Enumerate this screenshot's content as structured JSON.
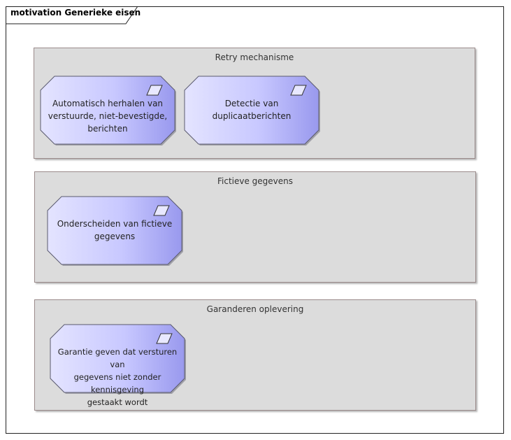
{
  "diagram": {
    "title": "motivation Generieke eisen",
    "colors": {
      "group_fill": "#dcdcdc",
      "group_border": "#9a8a8a",
      "req_fill_light": "#e4e4ff",
      "req_fill_dark": "#9999ee",
      "req_border": "#5a5a6e"
    },
    "groups": [
      {
        "label": "Retry mechanisme",
        "requirements": [
          {
            "label_lines": [
              "Automatisch herhalen van",
              "verstuurde, niet-bevestigde,",
              "berichten"
            ],
            "icon": "requirement-icon"
          },
          {
            "label_lines": [
              "Detectie van duplicaatberichten"
            ],
            "icon": "requirement-icon"
          }
        ]
      },
      {
        "label": "Fictieve gegevens",
        "requirements": [
          {
            "label_lines": [
              "Onderscheiden van fictieve",
              "gegevens"
            ],
            "icon": "requirement-icon"
          }
        ]
      },
      {
        "label": "Garanderen oplevering",
        "requirements": [
          {
            "label_lines": [
              "Garantie geven dat versturen van",
              "gegevens niet zonder kennisgeving",
              "gestaakt wordt"
            ],
            "icon": "requirement-icon"
          }
        ]
      }
    ]
  }
}
